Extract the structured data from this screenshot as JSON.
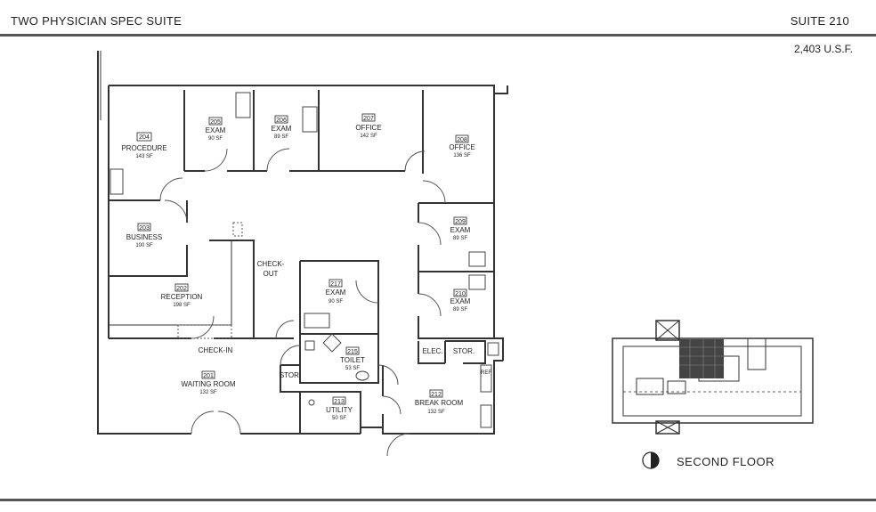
{
  "header": {
    "title": "TWO PHYSICIAN SPEC SUITE",
    "suite": "SUITE 210",
    "area": "2,403 U.S.F."
  },
  "rooms": {
    "r204": {
      "num": "204",
      "name": "PROCEDURE",
      "sf": "143 SF"
    },
    "r205": {
      "num": "205",
      "name": "EXAM",
      "sf": "90 SF"
    },
    "r206": {
      "num": "206",
      "name": "EXAM",
      "sf": "89 SF"
    },
    "r207": {
      "num": "207",
      "name": "OFFICE",
      "sf": "142 SF"
    },
    "r208": {
      "num": "208",
      "name": "OFFICE",
      "sf": "136 SF"
    },
    "r203": {
      "num": "203",
      "name": "BUSINESS",
      "sf": "100 SF"
    },
    "r209": {
      "num": "209",
      "name": "EXAM",
      "sf": "89 SF"
    },
    "r202": {
      "num": "202",
      "name": "RECEPTION",
      "sf": "198 SF"
    },
    "r217": {
      "num": "217",
      "name": "EXAM",
      "sf": "90 SF"
    },
    "r210": {
      "num": "210",
      "name": "EXAM",
      "sf": "89 SF"
    },
    "r215": {
      "num": "215",
      "name": "TOILET",
      "sf": "53 SF"
    },
    "r201": {
      "num": "201",
      "name": "WAITING ROOM",
      "sf": "132 SF"
    },
    "r213": {
      "num": "213",
      "name": "UTILITY",
      "sf": "50 SF"
    },
    "r212": {
      "num": "212",
      "name": "BREAK ROOM",
      "sf": "132 SF"
    }
  },
  "labels": {
    "checkout_1": "CHECK-",
    "checkout_2": "OUT",
    "checkin": "CHECK-IN",
    "stor_1": "STOR.",
    "stor_2": "STOR.",
    "elec": "ELEC.",
    "ref": "REF"
  },
  "keyplan": {
    "floor": "SECOND FLOOR"
  }
}
